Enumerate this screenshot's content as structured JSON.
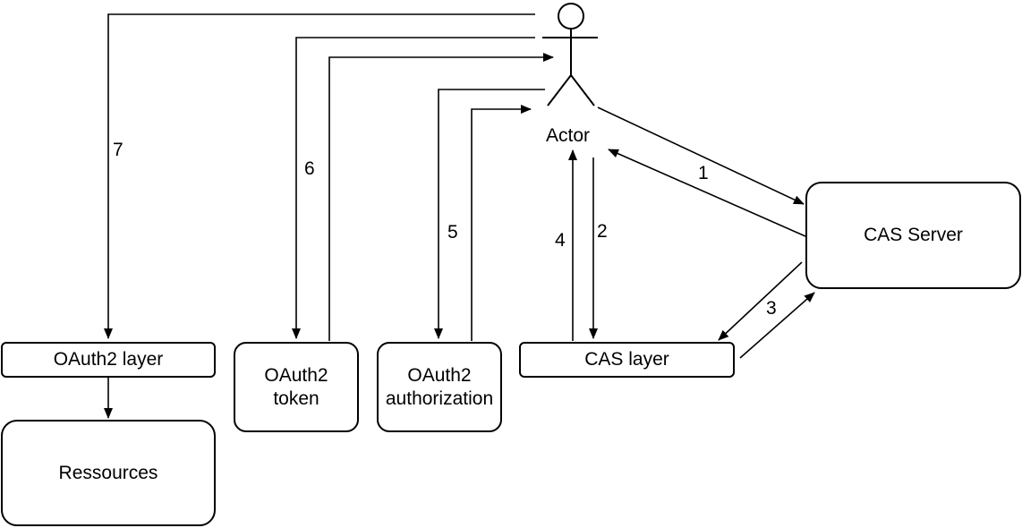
{
  "actor": {
    "label": "Actor"
  },
  "nodes": {
    "cas_server": "CAS Server",
    "cas_layer": "CAS layer",
    "oauth2_layer": "OAuth2 layer",
    "ressources": "Ressources",
    "oauth2_token": "OAuth2\ntoken",
    "oauth2_authorization": "OAuth2\nauthorization"
  },
  "steps": {
    "s1": "1",
    "s2": "2",
    "s3": "3",
    "s4": "4",
    "s5": "5",
    "s6": "6",
    "s7": "7"
  },
  "colors": {
    "stroke": "#000000",
    "fill": "#ffffff"
  }
}
